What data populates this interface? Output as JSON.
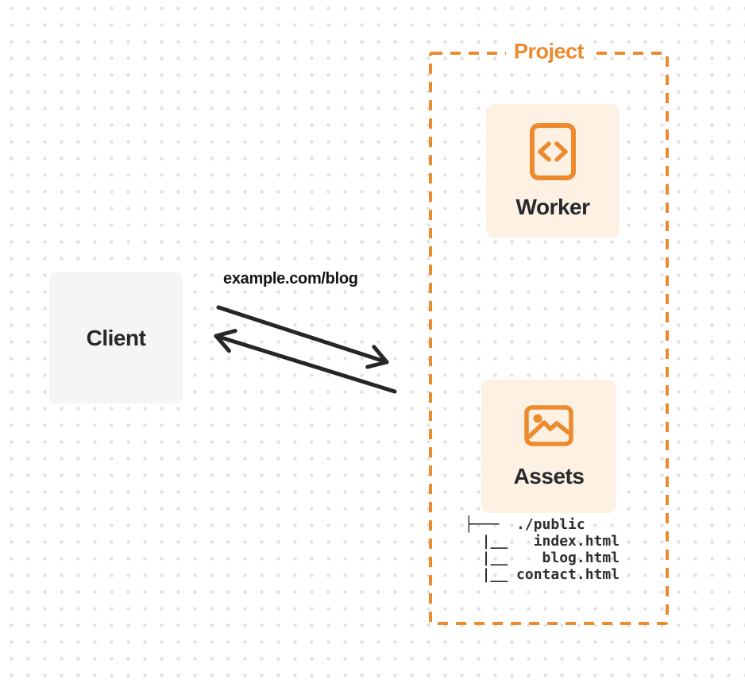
{
  "colors": {
    "accent": "#EC8A2E",
    "card_bg": "#FCF1E3",
    "client_bg": "#F5F5F6",
    "arrow": "#262626",
    "text_dark": "#26282B",
    "dot": "#E1E1E4"
  },
  "client": {
    "label": "Client"
  },
  "request": {
    "label": "example.com/blog"
  },
  "project": {
    "label": "Project",
    "worker": {
      "label": "Worker",
      "icon": "code-file-icon"
    },
    "assets": {
      "label": "Assets",
      "icon": "image-icon",
      "file_tree": "├───  ./public\n  |__   index.html\n  |__    blog.html\n  |__ contact.html"
    }
  }
}
